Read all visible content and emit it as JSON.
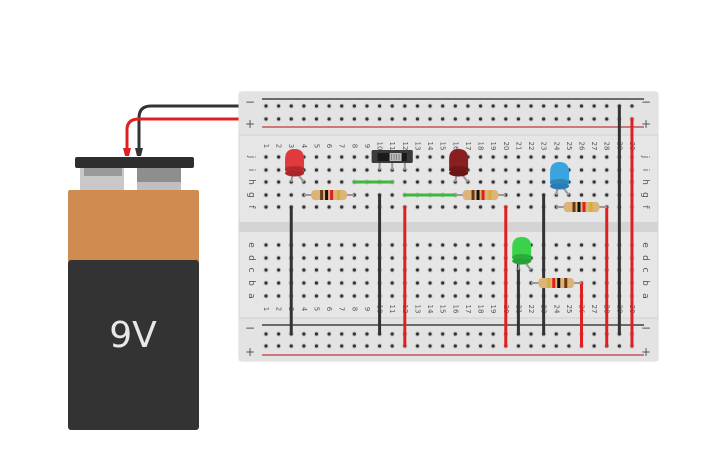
{
  "battery": {
    "label": "9V",
    "colors": {
      "top": "#d08c50",
      "body": "#333333",
      "cap": "#2e2e2e",
      "label": "#e8e8e8"
    }
  },
  "breadboard": {
    "columns": 30,
    "rail_symbols": {
      "minus": "−",
      "plus": "+"
    },
    "top_rows": [
      "j",
      "i",
      "h",
      "g",
      "f"
    ],
    "bottom_rows": [
      "e",
      "d",
      "c",
      "b",
      "a"
    ],
    "colors": {
      "board": "#e6e6e6",
      "hole": "#333333",
      "minus_line": "#222222",
      "plus_line": "#c0393b"
    }
  },
  "components": {
    "leds": [
      {
        "name": "red-led",
        "color": "#e03a3e",
        "dark": "#a8262a",
        "col": 3,
        "legs": [
          [
            3,
            "h"
          ],
          [
            4,
            "h"
          ]
        ]
      },
      {
        "name": "dark-red-led",
        "color": "#8a1f22",
        "dark": "#6a1518",
        "col": 16,
        "legs": [
          [
            16,
            "h"
          ],
          [
            17,
            "h"
          ]
        ]
      },
      {
        "name": "blue-led",
        "color": "#3aa3e0",
        "dark": "#2a7db0",
        "col": 24,
        "legs": [
          [
            24,
            "g"
          ],
          [
            25,
            "g"
          ]
        ]
      },
      {
        "name": "green-led",
        "color": "#39d24a",
        "dark": "#27a035",
        "col": 21,
        "legs": [
          [
            21,
            "c"
          ],
          [
            22,
            "c"
          ]
        ]
      }
    ],
    "resistors": [
      {
        "name": "resistor-1",
        "from": [
          4,
          "g"
        ],
        "to": [
          8,
          "g"
        ],
        "bands": [
          "#6b3a14",
          "#111111",
          "#e02020",
          "#d4b030"
        ]
      },
      {
        "name": "resistor-2",
        "from": [
          16,
          "g"
        ],
        "to": [
          20,
          "g"
        ],
        "bands": [
          "#6b3a14",
          "#111111",
          "#e02020",
          "#d4b030"
        ]
      },
      {
        "name": "resistor-3",
        "from": [
          24,
          "f"
        ],
        "to": [
          28,
          "f"
        ],
        "bands": [
          "#6b3a14",
          "#111111",
          "#e02020",
          "#d4b030"
        ]
      },
      {
        "name": "resistor-4",
        "from": [
          22,
          "b"
        ],
        "to": [
          26,
          "b"
        ],
        "bands": [
          "#d4b030",
          "#e02020",
          "#111111",
          "#6b3a14"
        ]
      }
    ],
    "switch": {
      "name": "slide-switch",
      "cols": [
        10,
        11,
        12
      ],
      "row": "j"
    },
    "wires": [
      {
        "name": "wire-black-col3",
        "color": "#333333",
        "from": [
          3,
          "f"
        ],
        "to": [
          3,
          "bminus"
        ]
      },
      {
        "name": "wire-black-col10",
        "color": "#333333",
        "from": [
          10,
          "g"
        ],
        "to": [
          10,
          "bminus"
        ]
      },
      {
        "name": "wire-red-col12",
        "color": "#e02020",
        "from": [
          12,
          "f"
        ],
        "to": [
          12,
          "bplus"
        ]
      },
      {
        "name": "wire-red-col20",
        "color": "#e02020",
        "from": [
          20,
          "f"
        ],
        "to": [
          20,
          "bplus"
        ]
      },
      {
        "name": "wire-black-col21",
        "color": "#333333",
        "from": [
          21,
          "e"
        ],
        "to": [
          21,
          "bminus"
        ]
      },
      {
        "name": "wire-black-col23",
        "color": "#333333",
        "from": [
          23,
          "g"
        ],
        "to": [
          23,
          "bminus"
        ]
      },
      {
        "name": "wire-red-col26",
        "color": "#e02020",
        "from": [
          26,
          "b"
        ],
        "to": [
          26,
          "bplus"
        ]
      },
      {
        "name": "wire-red-col28",
        "color": "#e02020",
        "from": [
          28,
          "f"
        ],
        "to": [
          28,
          "bplus"
        ]
      },
      {
        "name": "wire-black-col29",
        "color": "#333333",
        "from": [
          29,
          "tminus"
        ],
        "to": [
          29,
          "bminus"
        ]
      },
      {
        "name": "wire-red-col30",
        "color": "#e02020",
        "from": [
          30,
          "tplus"
        ],
        "to": [
          30,
          "bplus"
        ]
      },
      {
        "name": "wire-green-h",
        "color": "#3cb83c",
        "from": [
          8,
          "h"
        ],
        "to": [
          11,
          "h"
        ]
      },
      {
        "name": "wire-green-g",
        "color": "#3cb83c",
        "from": [
          12,
          "g"
        ],
        "to": [
          16,
          "g"
        ]
      }
    ]
  }
}
